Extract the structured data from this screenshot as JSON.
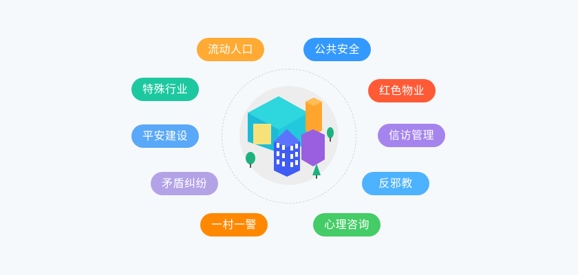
{
  "center": {
    "icon": "city-buildings-illustration"
  },
  "tags": [
    {
      "label": "流动人口",
      "color": "#ffaa33"
    },
    {
      "label": "公共安全",
      "color": "#3399ff"
    },
    {
      "label": "特殊行业",
      "color": "#1dc8a0"
    },
    {
      "label": "红色物业",
      "color": "#ff5a36"
    },
    {
      "label": "平安建设",
      "color": "#5aa8f8"
    },
    {
      "label": "信访管理",
      "color": "#a584ee"
    },
    {
      "label": "矛盾纠纷",
      "color": "#b3a3e6"
    },
    {
      "label": "反邪教",
      "color": "#4db2ff"
    },
    {
      "label": "一村一警",
      "color": "#ff8800"
    },
    {
      "label": "心理咨询",
      "color": "#44cc66"
    }
  ]
}
